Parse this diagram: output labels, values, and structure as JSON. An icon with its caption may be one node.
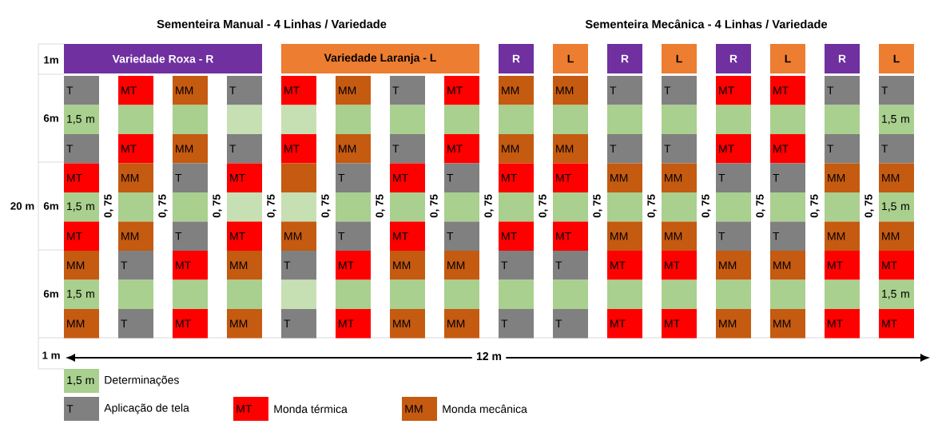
{
  "diagram": {
    "nodes": [
      {
        "text": [
          "Variedade Roxa - R"
        ]
      },
      {
        "text": [
          "Variedade Laranja - L"
        ]
      },
      {
        "text": [
          "R"
        ]
      },
      {
        "text": [
          "L"
        ]
      },
      {
        "text": [
          "R"
        ]
      },
      {
        "text": [
          "L"
        ]
      },
      {
        "text": [
          "R"
        ]
      },
      {
        "text": [
          "L"
        ]
      },
      {
        "text": [
          "R"
        ]
      },
      {
        "text": [
          "L"
        ]
      },
      {
        "text": [
          "T"
        ]
      },
      {
        "text": [
          "MT"
        ]
      },
      {
        "text": [
          "MM"
        ]
      },
      {
        "text": [
          "T"
        ]
      },
      {
        "text": [
          "MT"
        ]
      },
      {
        "text": [
          "MM"
        ]
      },
      {
        "text": [
          "T"
        ]
      },
      {
        "text": [
          "MT"
        ]
      },
      {
        "text": [
          "MM"
        ]
      },
      {
        "text": [
          "MM"
        ]
      },
      {
        "text": [
          "T"
        ]
      },
      {
        "text": [
          "T"
        ]
      },
      {
        "text": [
          "MT"
        ]
      },
      {
        "text": [
          "MT"
        ]
      },
      {
        "text": [
          "T"
        ]
      },
      {
        "text": [
          "T"
        ]
      },
      {
        "text": [
          "1,5 m"
        ]
      },
      {
        "text": [],
        "shape": "box"
      },
      {
        "text": [],
        "shape": "box"
      },
      {
        "text": [],
        "shape": "box"
      },
      {
        "text": [],
        "shape": "box"
      },
      {
        "text": [],
        "shape": "box"
      },
      {
        "text": [],
        "shape": "box"
      },
      {
        "text": [],
        "shape": "box"
      },
      {
        "text": [],
        "shape": "box"
      },
      {
        "text": [],
        "shape": "box"
      },
      {
        "text": [],
        "shape": "box"
      },
      {
        "text": [],
        "shape": "box"
      },
      {
        "text": [],
        "shape": "box"
      },
      {
        "text": [],
        "shape": "box"
      },
      {
        "text": [],
        "shape": "box"
      },
      {
        "text": [
          "1,5 m"
        ]
      },
      {
        "text": [
          "T"
        ]
      },
      {
        "text": [
          "MT"
        ]
      },
      {
        "text": [
          "MM"
        ]
      },
      {
        "text": [
          "T"
        ]
      },
      {
        "text": [
          "MT"
        ]
      },
      {
        "text": [
          "MM"
        ]
      },
      {
        "text": [
          "T"
        ]
      },
      {
        "text": [
          "MT"
        ]
      },
      {
        "text": [
          "MM"
        ]
      },
      {
        "text": [
          "MM"
        ]
      },
      {
        "text": [
          "T"
        ]
      },
      {
        "text": [
          "T"
        ]
      },
      {
        "text": [
          "MT"
        ]
      },
      {
        "text": [
          "MT"
        ]
      },
      {
        "text": [
          "T"
        ]
      },
      {
        "text": [
          "T"
        ]
      },
      {
        "text": [
          "MT"
        ]
      },
      {
        "text": [
          "MM"
        ]
      },
      {
        "text": [
          "T"
        ]
      },
      {
        "text": [
          "MT"
        ]
      },
      {
        "text": [],
        "shape": "box"
      },
      {
        "text": [
          "T"
        ]
      },
      {
        "text": [
          "MT"
        ]
      },
      {
        "text": [
          "T"
        ]
      },
      {
        "text": [
          "MT"
        ]
      },
      {
        "text": [
          "MT"
        ]
      },
      {
        "text": [
          "MM"
        ]
      },
      {
        "text": [
          "MM"
        ]
      },
      {
        "text": [
          "T"
        ]
      },
      {
        "text": [
          "T"
        ]
      },
      {
        "text": [
          "MM"
        ]
      },
      {
        "text": [
          "MM"
        ]
      },
      {
        "text": [
          "1,5 m"
        ]
      },
      {
        "text": [],
        "shape": "box"
      },
      {
        "text": [],
        "shape": "box"
      },
      {
        "text": [],
        "shape": "box"
      },
      {
        "text": [],
        "shape": "box"
      },
      {
        "text": [],
        "shape": "box"
      },
      {
        "text": [],
        "shape": "box"
      },
      {
        "text": [],
        "shape": "box"
      },
      {
        "text": [],
        "shape": "box"
      },
      {
        "text": [],
        "shape": "box"
      },
      {
        "text": [],
        "shape": "box"
      },
      {
        "text": [],
        "shape": "box"
      },
      {
        "text": [],
        "shape": "box"
      },
      {
        "text": [],
        "shape": "box"
      },
      {
        "text": [],
        "shape": "box"
      },
      {
        "text": [
          "1,5 m"
        ]
      },
      {
        "text": [
          "MT"
        ]
      },
      {
        "text": [
          "MM"
        ]
      },
      {
        "text": [
          "T"
        ]
      },
      {
        "text": [
          "MT"
        ]
      },
      {
        "text": [
          "MM"
        ]
      },
      {
        "text": [
          "T"
        ]
      },
      {
        "text": [
          "MT"
        ]
      },
      {
        "text": [
          "T"
        ]
      },
      {
        "text": [
          "MT"
        ]
      },
      {
        "text": [
          "MT"
        ]
      },
      {
        "text": [
          "MM"
        ]
      },
      {
        "text": [
          "MM"
        ]
      },
      {
        "text": [
          "T"
        ]
      },
      {
        "text": [
          "T"
        ]
      },
      {
        "text": [
          "MM"
        ]
      },
      {
        "text": [
          "MM"
        ]
      },
      {
        "text": [
          "MM"
        ]
      },
      {
        "text": [
          "T"
        ]
      },
      {
        "text": [
          "MT"
        ]
      },
      {
        "text": [
          "MM"
        ]
      },
      {
        "text": [
          "T"
        ]
      },
      {
        "text": [
          "MT"
        ]
      },
      {
        "text": [
          "MM"
        ]
      },
      {
        "text": [
          "MM"
        ]
      },
      {
        "text": [
          "T"
        ]
      },
      {
        "text": [
          "T"
        ]
      },
      {
        "text": [
          "MT"
        ]
      },
      {
        "text": [
          "MT"
        ]
      },
      {
        "text": [
          "MM"
        ]
      },
      {
        "text": [
          "MM"
        ]
      },
      {
        "text": [
          "MT"
        ]
      },
      {
        "text": [
          "MT"
        ]
      },
      {
        "text": [
          "1,5 m"
        ]
      },
      {
        "text": [],
        "shape": "box"
      },
      {
        "text": [],
        "shape": "box"
      },
      {
        "text": [],
        "shape": "box"
      },
      {
        "text": [],
        "shape": "box"
      },
      {
        "text": [],
        "shape": "box"
      },
      {
        "text": [],
        "shape": "box"
      },
      {
        "text": [],
        "shape": "box"
      },
      {
        "text": [],
        "shape": "box"
      },
      {
        "text": [],
        "shape": "box"
      },
      {
        "text": [],
        "shape": "box"
      },
      {
        "text": [],
        "shape": "box"
      },
      {
        "text": [],
        "shape": "box"
      },
      {
        "text": [],
        "shape": "box"
      },
      {
        "text": [],
        "shape": "box"
      },
      {
        "text": [
          "1,5 m"
        ]
      },
      {
        "text": [
          "MM"
        ]
      },
      {
        "text": [
          "T"
        ]
      },
      {
        "text": [
          "MT"
        ]
      },
      {
        "text": [
          "MM"
        ]
      },
      {
        "text": [
          "T"
        ]
      },
      {
        "text": [
          "MT"
        ]
      },
      {
        "text": [
          "MM"
        ]
      },
      {
        "text": [
          "MM"
        ]
      },
      {
        "text": [
          "T"
        ]
      },
      {
        "text": [
          "T"
        ]
      },
      {
        "text": [
          "MT"
        ]
      },
      {
        "text": [
          "MT"
        ]
      },
      {
        "text": [
          "MM"
        ]
      },
      {
        "text": [
          "MM"
        ]
      },
      {
        "text": [
          "MT"
        ]
      },
      {
        "text": [
          "MT"
        ]
      }
    ],
    "labels": [
      "Sementeira Manual - 4 Linhas / Variedade",
      "Sementeira Mecânica - 4 Linhas / Variedade",
      "1m",
      "6m",
      "20 m",
      "6m",
      "0, 75",
      "0, 75",
      "0, 75",
      "0, 75",
      "0, 75",
      "0, 75",
      "0, 75",
      "0, 75",
      "0, 75",
      "0, 75",
      "0, 75",
      "0, 75",
      "0, 75",
      "0, 75",
      "0, 75",
      "6m",
      "1 m",
      "12 m",
      "1,5 m",
      "T",
      "MT",
      "MM"
    ],
    "legend": [
      {
        "text": "Determinações",
        "color": "#a9d08e"
      },
      {
        "text": "Aplicação de tela",
        "color": "#808080"
      },
      {
        "text": "Monda térmica",
        "color": "#ff0000"
      },
      {
        "text": "Monda mecânica",
        "color": "#c55a11"
      }
    ]
  }
}
